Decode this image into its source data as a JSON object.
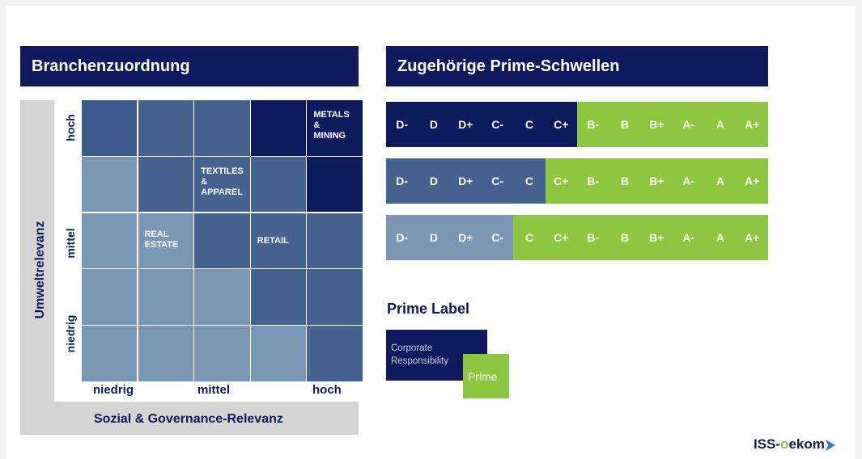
{
  "left": {
    "title": "Branchenzuordnung",
    "y_axis": "Umweltrelevanz",
    "x_axis": "Sozial & Governance-Relevanz",
    "y_ticks": [
      "hoch",
      "mittel",
      "niedrig"
    ],
    "x_ticks": [
      "niedrig",
      "mittel",
      "hoch"
    ],
    "rows": [
      [
        {
          "c": "#3d5a8e"
        },
        {
          "c": "#46628f"
        },
        {
          "c": "#46628f"
        },
        {
          "c": "#0d1b5e"
        },
        {
          "c": "#0d1b5e",
          "t": "METALS\n&\nMINING"
        }
      ],
      [
        {
          "c": "#7b97b6"
        },
        {
          "c": "#46628f"
        },
        {
          "c": "#46628f",
          "t": "TEXTILES\n&\nAPPAREL"
        },
        {
          "c": "#46628f"
        },
        {
          "c": "#0d1b5e"
        }
      ],
      [
        {
          "c": "#7b97b6"
        },
        {
          "c": "#7b97b6",
          "t": "REAL\nESTATE"
        },
        {
          "c": "#46628f"
        },
        {
          "c": "#46628f",
          "t": "RETAIL"
        },
        {
          "c": "#46628f"
        }
      ],
      [
        {
          "c": "#7b97b6"
        },
        {
          "c": "#7b97b6"
        },
        {
          "c": "#7b97b6"
        },
        {
          "c": "#46628f"
        },
        {
          "c": "#46628f"
        }
      ],
      [
        {
          "c": "#7b97b6"
        },
        {
          "c": "#7b97b6"
        },
        {
          "c": "#7b97b6"
        },
        {
          "c": "#7b97b6"
        },
        {
          "c": "#46628f"
        }
      ]
    ]
  },
  "right": {
    "title": "Zugehörige Prime-Schwellen",
    "grades": [
      "D-",
      "D",
      "D+",
      "C-",
      "C",
      "C+",
      "B-",
      "B",
      "B+",
      "A-",
      "A",
      "A+"
    ],
    "thresholds": [
      {
        "prime_from_index": 6,
        "color": "#0d1b5e"
      },
      {
        "prime_from_index": 5,
        "color": "#46628f"
      },
      {
        "prime_from_index": 4,
        "color": "#7b97b6"
      }
    ],
    "prime_color": "#8dc63f"
  },
  "legend": {
    "title": "Prime Label",
    "box_text": "Corporate\nResponsibility",
    "prime_text": "Prime"
  },
  "logo": {
    "part1": "ISS-",
    "part2": "o",
    "part3": "ekom"
  }
}
